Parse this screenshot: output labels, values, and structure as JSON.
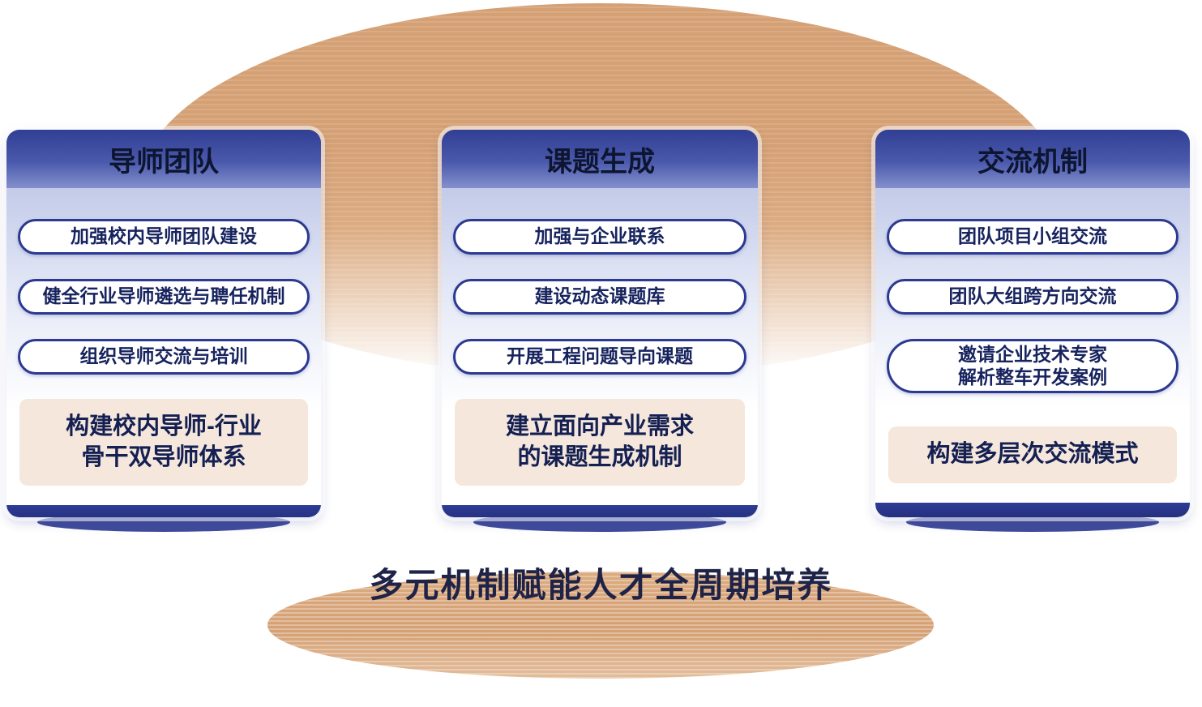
{
  "title": "多元机制赋能人才全周期培养",
  "cards": [
    {
      "header": "导师团队",
      "items": [
        "加强校内导师团队建设",
        "健全行业导师遴选与聘任机制",
        "组织导师交流与培训"
      ],
      "summary": "构建校内导师-行业\n骨干双导师体系"
    },
    {
      "header": "课题生成",
      "items": [
        "加强与企业联系",
        "建设动态课题库",
        "开展工程问题导向课题"
      ],
      "summary": "建立面向产业需求\n的课题生成机制"
    },
    {
      "header": "交流机制",
      "items": [
        "团队项目小组交流",
        "团队大组跨方向交流",
        "邀请企业技术专家\n解析整车开发案例"
      ],
      "summary": "构建多层次交流模式"
    }
  ],
  "colors": {
    "background": "#FFFFFF",
    "arch_tan": "#D5A074",
    "header_blue_top": "#303F93",
    "header_blue_bottom": "#8490CC",
    "deep_blue": "#2B3990",
    "body_lavender": "#C3CBE9",
    "pill_bg": "#FFFFFF",
    "pill_border": "#2B3990",
    "summary_peach": "#F5E7DB",
    "text_navy": "#141F52",
    "title_color": "#1F2347"
  }
}
